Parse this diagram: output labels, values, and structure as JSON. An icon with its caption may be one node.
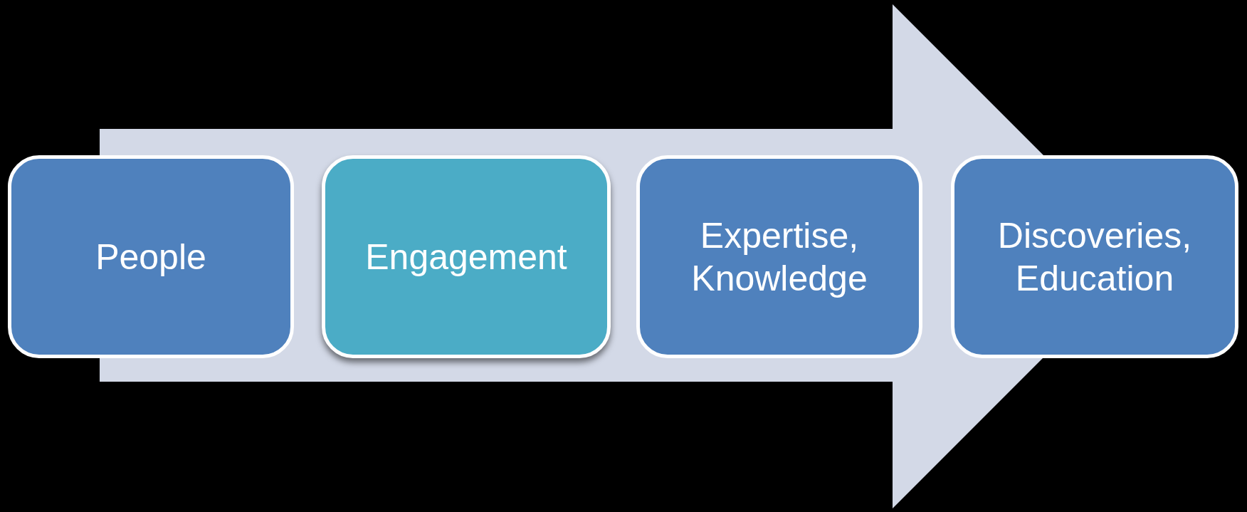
{
  "diagram": {
    "nodes": [
      {
        "text": [
          "People"
        ]
      },
      {
        "text": [
          "Engagement"
        ]
      },
      {
        "text": [
          "Expertise, Knowledge"
        ]
      },
      {
        "text": [
          "Discoveries, Education"
        ]
      }
    ],
    "edges": [
      {
        "from": 0,
        "to": 3,
        "arrow": "to"
      }
    ]
  }
}
